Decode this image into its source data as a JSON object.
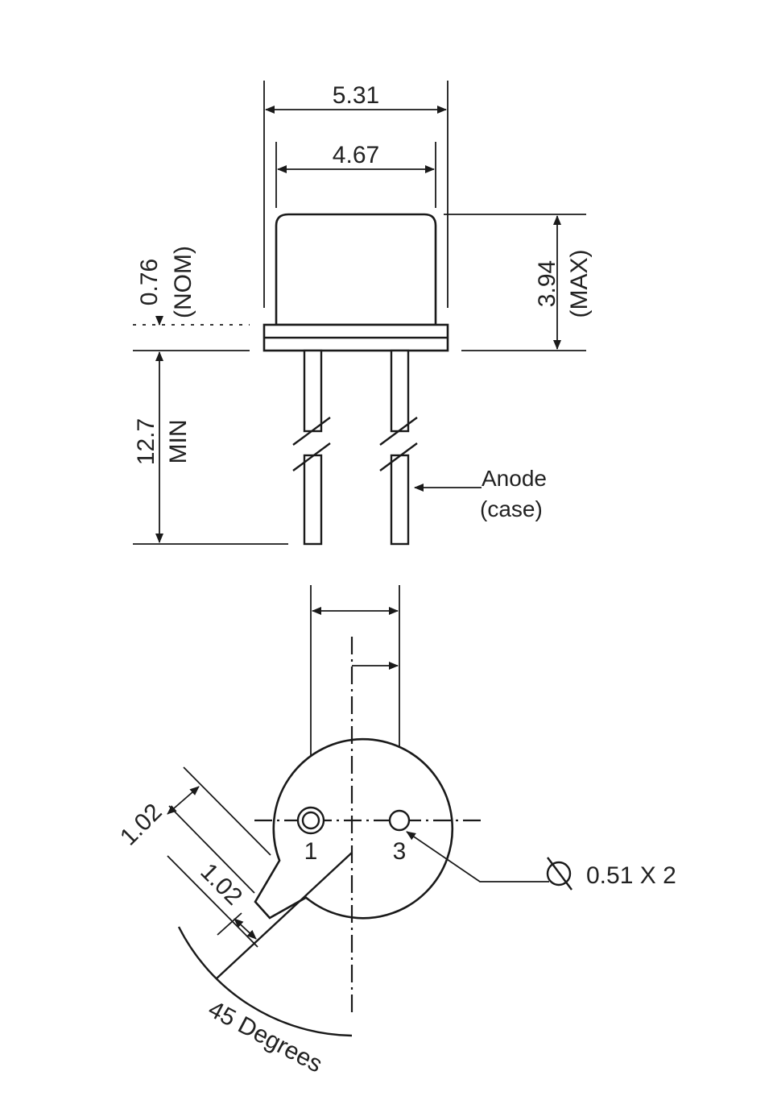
{
  "side_view": {
    "dim_overall_width": "5.31",
    "dim_cap_width": "4.67",
    "dim_height": "3.94",
    "dim_height_qualifier": "(MAX)",
    "dim_flange": "0.76",
    "dim_flange_qualifier": "(NOM)",
    "dim_lead_length": "12.7",
    "dim_lead_qualifier": "MIN",
    "anode_label": "Anode",
    "anode_sublabel": "(case)"
  },
  "bottom_view": {
    "pin_1_label": "1",
    "pin_3_label": "3",
    "lead_diameter_label": "0.51 X 2",
    "tab_width_label": "1.02",
    "tab_length_label": "1.02",
    "tab_angle_label": "45 Degrees"
  }
}
